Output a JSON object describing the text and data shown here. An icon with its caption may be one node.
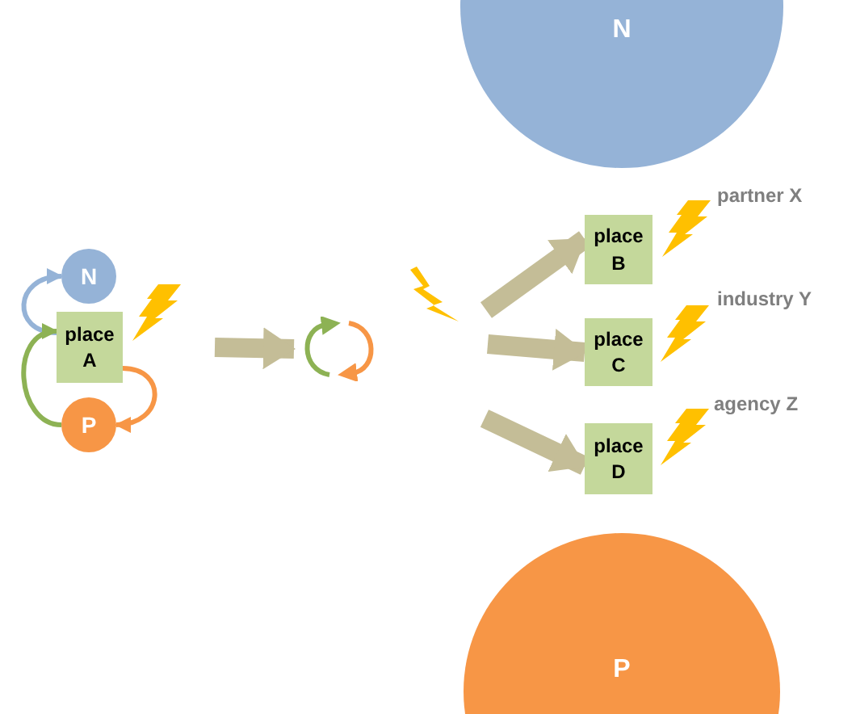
{
  "diagram": {
    "nodes": [
      {
        "text": [
          "N"
        ]
      },
      {
        "text": [
          "N"
        ]
      },
      {
        "text": [
          "place A"
        ]
      },
      {
        "text": [
          "P"
        ]
      },
      {
        "text": [
          "place B"
        ]
      },
      {
        "text": [
          "place C"
        ]
      },
      {
        "text": [
          "place D"
        ]
      },
      {
        "text": [
          "P"
        ]
      },
      {
        "text": [],
        "shape": "cycle"
      }
    ],
    "edges": [
      {
        "from": 2,
        "to": 1,
        "arrow": "to",
        "color": "#95b3d7"
      },
      {
        "from": 3,
        "to": 2,
        "arrow": "to",
        "color": "#8db254"
      },
      {
        "from": 2,
        "to": 3,
        "arrow": "to",
        "color": "#f79646"
      },
      {
        "from": 2,
        "to": 8,
        "arrow": "to"
      },
      {
        "from": null,
        "to": 4,
        "arrow": "to"
      },
      {
        "from": null,
        "to": 5,
        "arrow": "to"
      },
      {
        "from": null,
        "to": 6,
        "arrow": "to"
      }
    ],
    "labels": [
      "partner X",
      "industry Y",
      "agency Z"
    ]
  }
}
